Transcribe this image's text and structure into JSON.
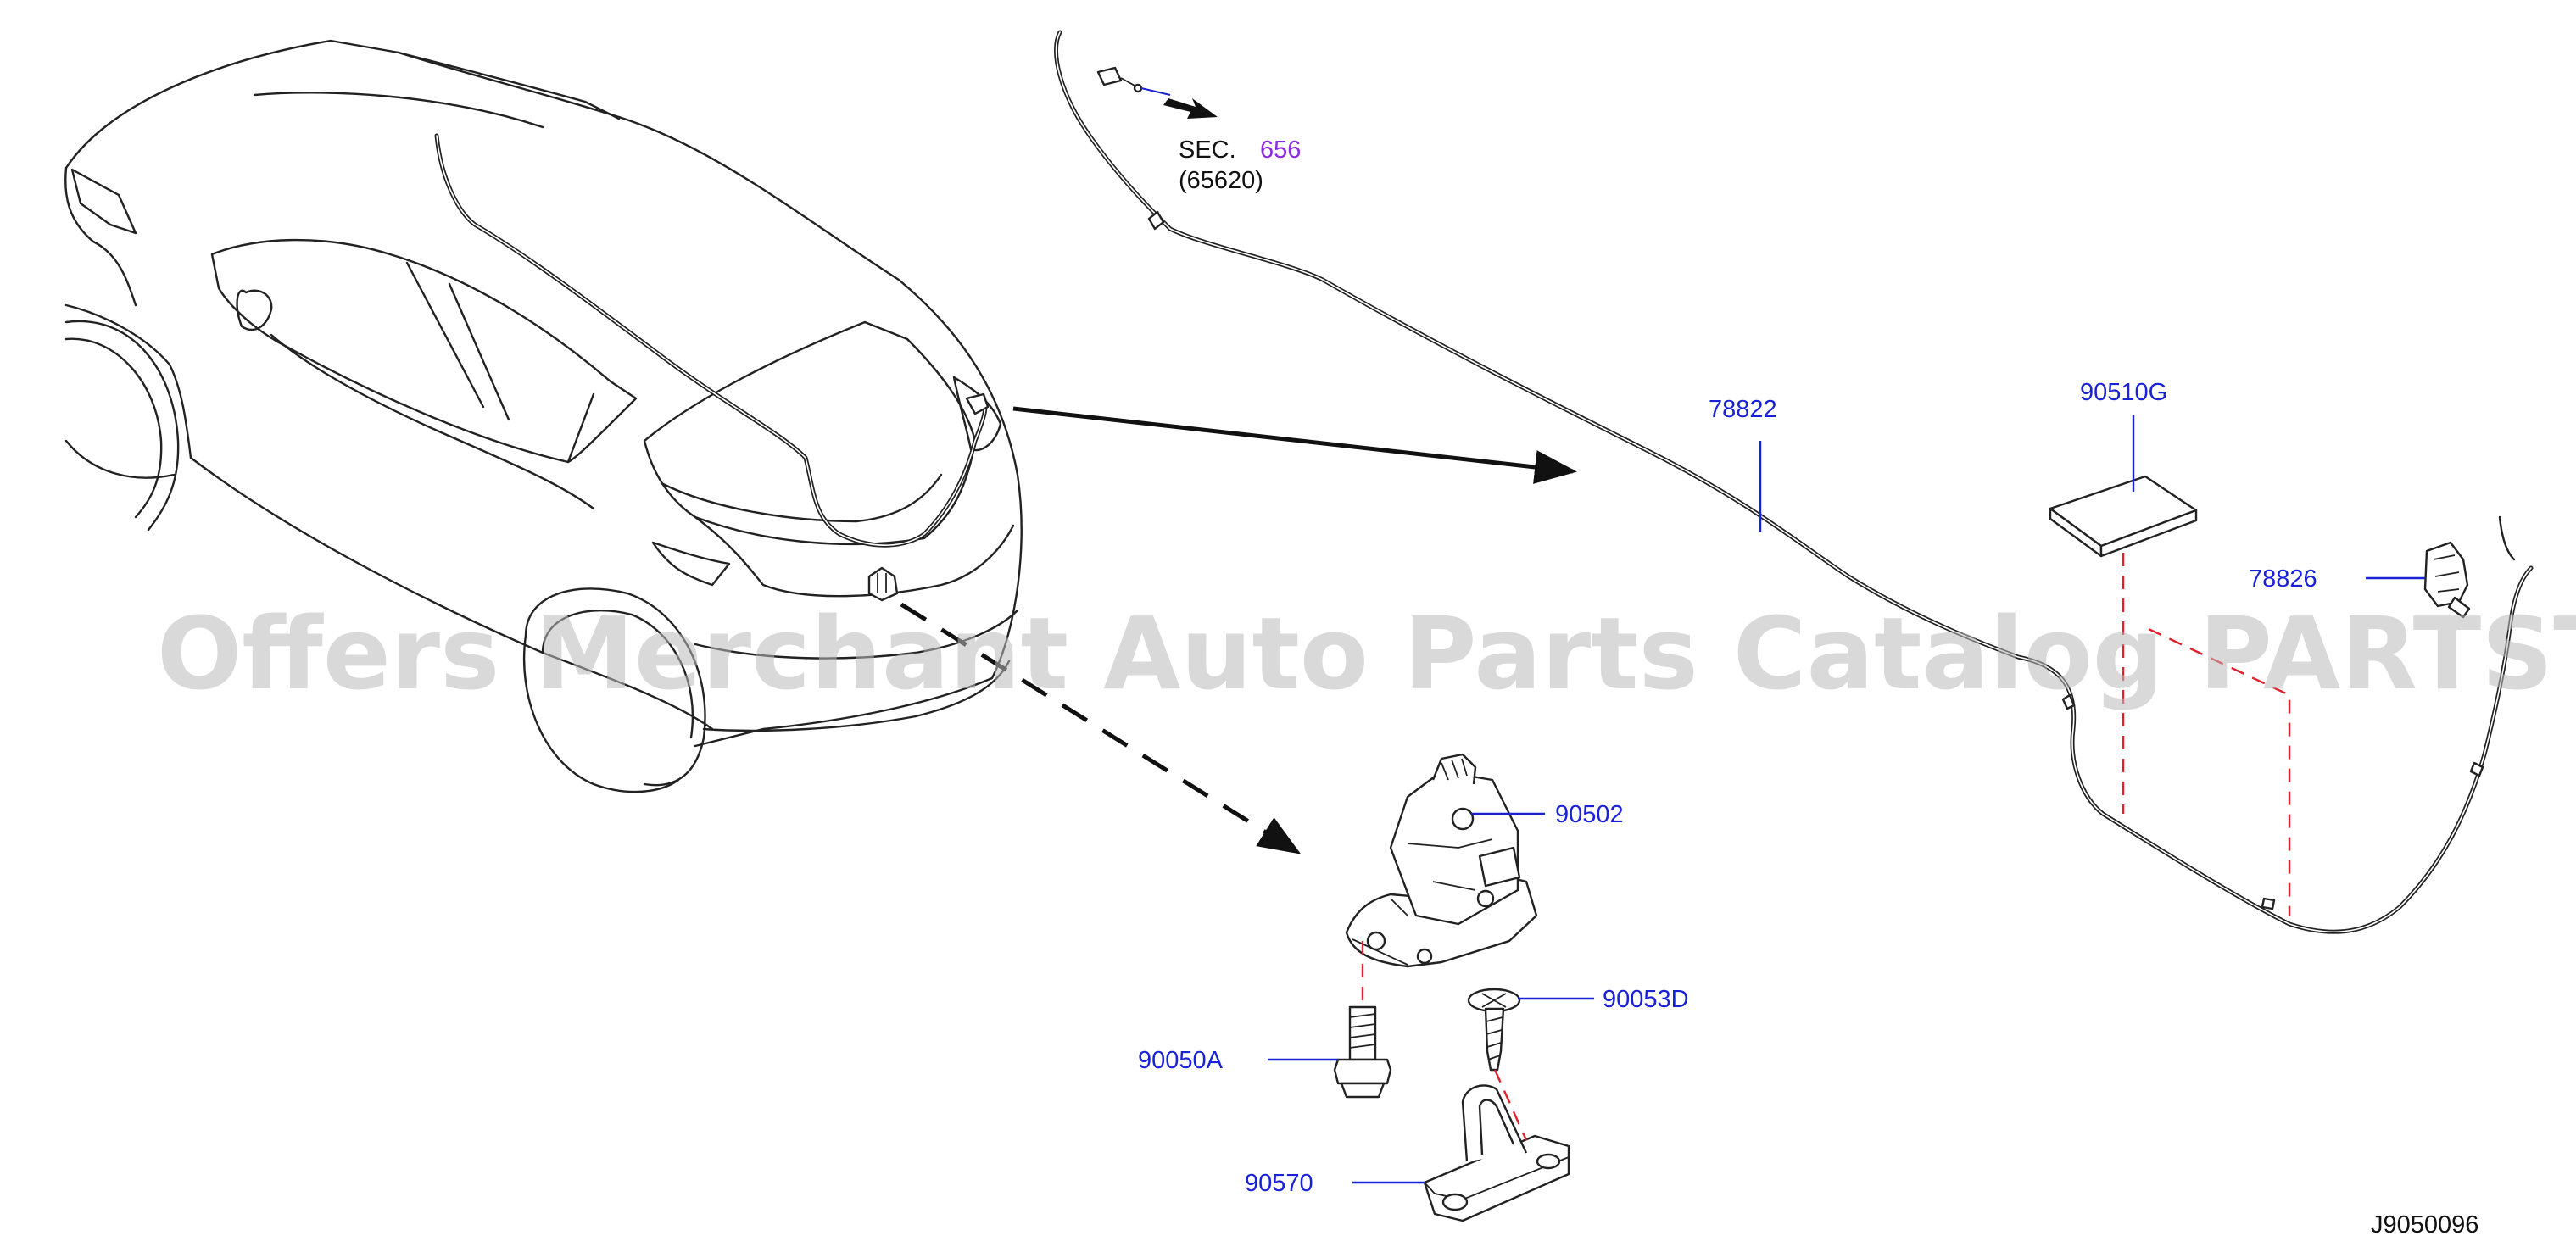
{
  "diagram": {
    "section_ref": {
      "prefix": "SEC.",
      "number": "656",
      "sub": "(65620)"
    },
    "part_labels": {
      "cable": "78822",
      "pad": "90510G",
      "clip": "78826",
      "lock": "90502",
      "striker_screw": "90053D",
      "lock_bolt": "90050A",
      "striker": "90570"
    },
    "drawing_code": "J9050096",
    "watermark": "Offers Merchant Auto Parts Catalog PARTSTORE.SA",
    "colors": {
      "label": "#1a22d6",
      "section_number": "#8a2be2",
      "alignment_dash": "#e0202a",
      "linework": "#222222",
      "watermark": "#b9b9b9"
    }
  }
}
